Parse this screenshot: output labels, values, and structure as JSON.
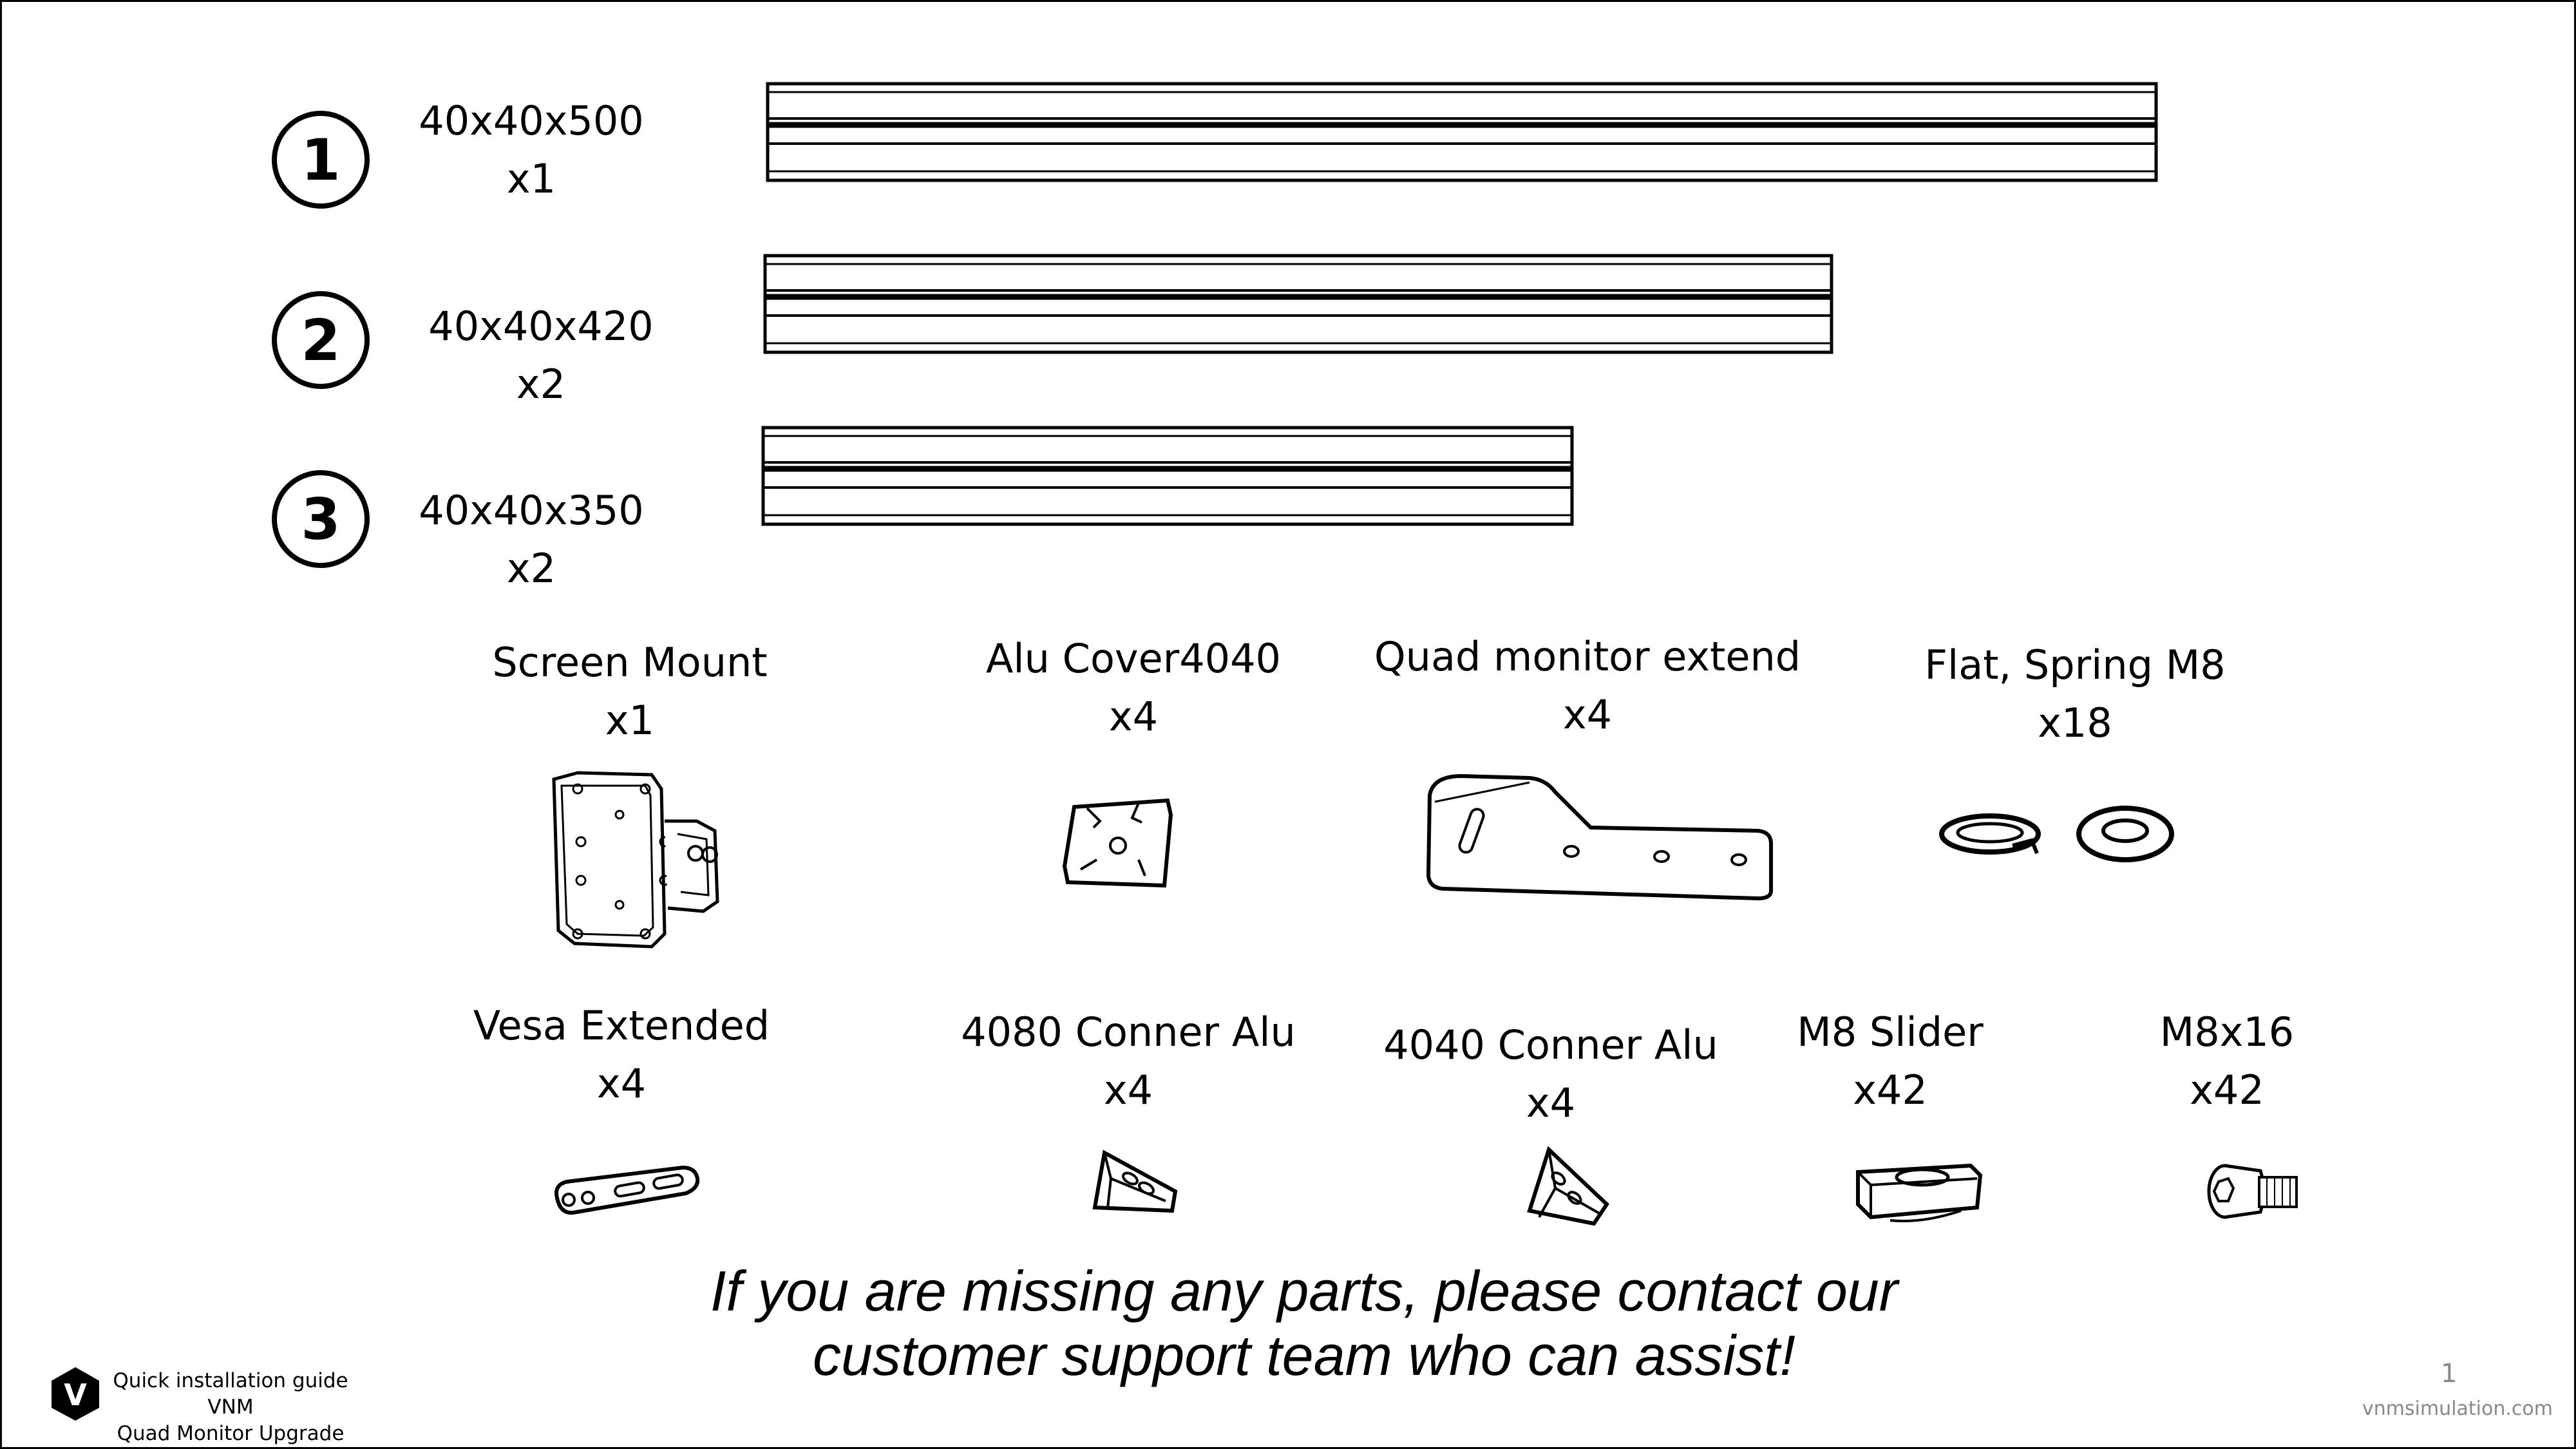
{
  "profiles": [
    {
      "number": "1",
      "size": "40x40x500",
      "qty": "x1"
    },
    {
      "number": "2",
      "size": "40x40x420",
      "qty": "x2"
    },
    {
      "number": "3",
      "size": "40x40x350",
      "qty": "x2"
    }
  ],
  "parts_row1": [
    {
      "name": "Screen Mount",
      "qty": "x1",
      "icon": "screen-mount-icon"
    },
    {
      "name": "Alu Cover4040",
      "qty": "x4",
      "icon": "alu-cover-icon"
    },
    {
      "name": "Quad monitor extend",
      "qty": "x4",
      "icon": "quad-extend-bracket-icon"
    },
    {
      "name": "Flat, Spring M8",
      "qty": "x18",
      "icon": "washers-icon"
    }
  ],
  "parts_row2": [
    {
      "name": "Vesa Extended",
      "qty": "x4",
      "icon": "vesa-extended-icon"
    },
    {
      "name": "4080 Conner Alu",
      "qty": "x4",
      "icon": "corner-bracket-4080-icon"
    },
    {
      "name": "4040 Conner Alu",
      "qty": "x4",
      "icon": "corner-bracket-4040-icon"
    },
    {
      "name": "M8 Slider",
      "qty": "x42",
      "icon": "slider-nut-icon"
    },
    {
      "name": "M8x16",
      "qty": "x42",
      "icon": "bolt-icon"
    }
  ],
  "notice": {
    "line1": "If you are missing any parts, please contact our",
    "line2": "customer support team who can assist!"
  },
  "footer": {
    "logo_letter": "V",
    "guide_line1": "Quick installation guide VNM",
    "guide_line2": "Quad Monitor Upgrade",
    "page_number": "1",
    "website": "vnmsimulation.com"
  }
}
